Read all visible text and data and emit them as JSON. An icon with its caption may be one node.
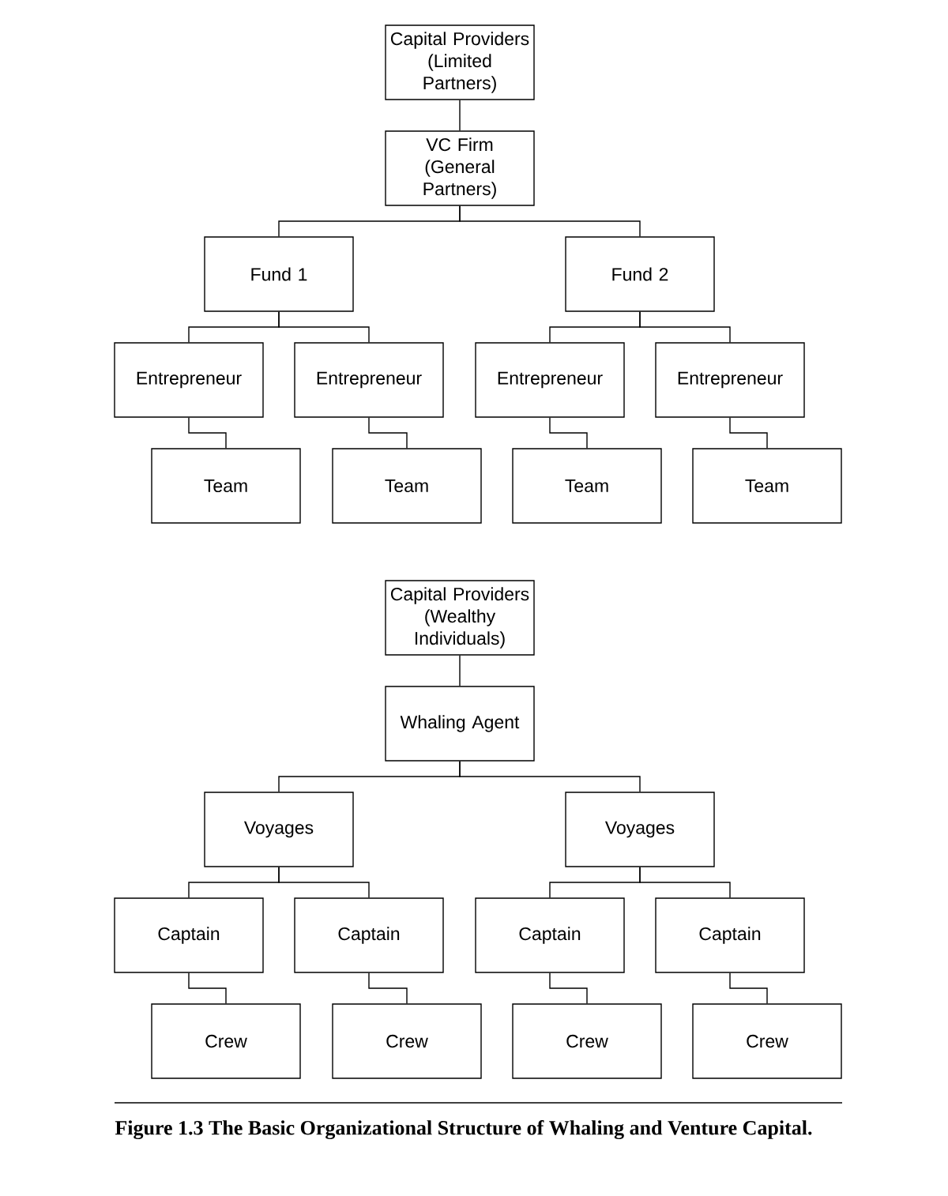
{
  "diagram": {
    "caption": "Figure 1.3 The Basic Organizational Structure of Whaling and Venture Capital.",
    "nodes": [
      {
        "text": [
          "Capital Providers (Limited Partners)"
        ]
      },
      {
        "text": [
          "VC Firm (General Partners)"
        ]
      },
      {
        "text": [
          "Fund 1"
        ]
      },
      {
        "text": [
          "Fund 2"
        ]
      },
      {
        "text": [
          "Entrepreneur"
        ]
      },
      {
        "text": [
          "Team"
        ]
      },
      {
        "text": [
          "Entrepreneur"
        ]
      },
      {
        "text": [
          "Team"
        ]
      },
      {
        "text": [
          "Entrepreneur"
        ]
      },
      {
        "text": [
          "Team"
        ]
      },
      {
        "text": [
          "Entrepreneur"
        ]
      },
      {
        "text": [
          "Team"
        ]
      },
      {
        "text": [
          "Capital Providers (Wealthy Individuals)"
        ]
      },
      {
        "text": [
          "Whaling Agent"
        ]
      },
      {
        "text": [
          "Voyages"
        ]
      },
      {
        "text": [
          "Voyages"
        ]
      },
      {
        "text": [
          "Captain"
        ]
      },
      {
        "text": [
          "Crew"
        ]
      },
      {
        "text": [
          "Captain"
        ]
      },
      {
        "text": [
          "Crew"
        ]
      },
      {
        "text": [
          "Captain"
        ]
      },
      {
        "text": [
          "Crew"
        ]
      },
      {
        "text": [
          "Captain"
        ]
      },
      {
        "text": [
          "Crew"
        ]
      }
    ],
    "edges": [
      {
        "from": 0,
        "to": 1,
        "arrow": "none"
      },
      {
        "from": 1,
        "to": 2,
        "arrow": "none"
      },
      {
        "from": 1,
        "to": 3,
        "arrow": "none"
      },
      {
        "from": 2,
        "to": 4,
        "arrow": "none"
      },
      {
        "from": 2,
        "to": 6,
        "arrow": "none"
      },
      {
        "from": 3,
        "to": 8,
        "arrow": "none"
      },
      {
        "from": 3,
        "to": 10,
        "arrow": "none"
      },
      {
        "from": 4,
        "to": 5,
        "arrow": "none"
      },
      {
        "from": 6,
        "to": 7,
        "arrow": "none"
      },
      {
        "from": 8,
        "to": 9,
        "arrow": "none"
      },
      {
        "from": 10,
        "to": 11,
        "arrow": "none"
      },
      {
        "from": 12,
        "to": 13,
        "arrow": "none"
      },
      {
        "from": 13,
        "to": 14,
        "arrow": "none"
      },
      {
        "from": 13,
        "to": 15,
        "arrow": "none"
      },
      {
        "from": 14,
        "to": 16,
        "arrow": "none"
      },
      {
        "from": 14,
        "to": 18,
        "arrow": "none"
      },
      {
        "from": 15,
        "to": 20,
        "arrow": "none"
      },
      {
        "from": 15,
        "to": 22,
        "arrow": "none"
      },
      {
        "from": 16,
        "to": 17,
        "arrow": "none"
      },
      {
        "from": 18,
        "to": 19,
        "arrow": "none"
      },
      {
        "from": 20,
        "to": 21,
        "arrow": "none"
      },
      {
        "from": 22,
        "to": 23,
        "arrow": "none"
      }
    ]
  }
}
